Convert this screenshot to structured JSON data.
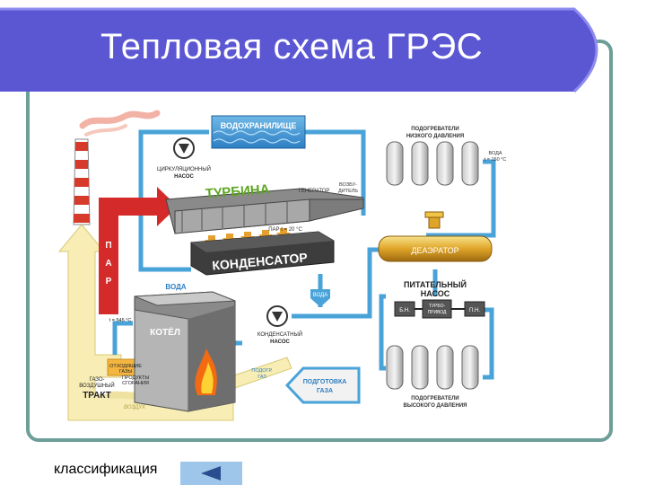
{
  "slide": {
    "title": "Тепловая схема ГРЭС"
  },
  "diagram": {
    "reservoir": "ВОДОХРАНИЛИЩЕ",
    "circulation_pump": [
      "ЦИРКУЛЯЦИОННЫЙ",
      "НАСОС"
    ],
    "turbine": "ТУРБИНА",
    "generator": "ГЕНЕРАТОР",
    "exciter": [
      "ВОЗБУ-",
      "ДИТЕЛЬ"
    ],
    "steam_temp": "ПАР t = 20 °C",
    "condenser": "КОНДЕНСАТОР",
    "steam_vertical": [
      "П",
      "А",
      "Р"
    ],
    "boiler_temp": "t = 545 °C",
    "water_top": "ВОДА",
    "water_condensate": "ВОДА",
    "condensate_pump": [
      "КОНДЕНСАТНЫЙ",
      "НАСОС"
    ],
    "boiler": "КОТЁЛ",
    "flue_gases": [
      "ОТХОДЯЩИЕ",
      "ГАЗЫ"
    ],
    "combustion_products": [
      "ПРОДУКТЫ",
      "СГОРАНИЯ"
    ],
    "gas_air_tract": [
      "ГАЗО-",
      "ВОЗДУШНЫЙ",
      "ТРАКТ"
    ],
    "air": "ВОЗДУХ",
    "heated_gas": [
      "ПОДОГР.",
      "ГАЗ"
    ],
    "gas_prep": [
      "ПОДГОТОВКА",
      "ГАЗА"
    ],
    "lp_heaters": [
      "ПОДОГРЕВАТЕЛИ",
      "НИЗКОГО ДАВЛЕНИЯ"
    ],
    "water_150": [
      "ВОДА",
      "t = 150 °C"
    ],
    "deaerator": "ДЕАЭРАТОР",
    "feed_pump": [
      "ПИТАТЕЛЬНЫЙ",
      "НАСОС"
    ],
    "bn": "Б.Н.",
    "turbo_drive": [
      "ТУРБО-",
      "ПРИВОД"
    ],
    "pn": "П.Н.",
    "hp_heaters": [
      "ПОДОГРЕВАТЕЛИ",
      "ВЫСОКОГО ДАВЛЕНИЯ"
    ]
  },
  "footer": {
    "link_label": "классификация",
    "back_icon": "left-arrow-icon"
  },
  "colors": {
    "banner": "#5b57d3",
    "frame": "#6d9e98",
    "water_pipe": "#4aa3d8",
    "steam_pipe": "#d42a2a",
    "gas_pipe": "#f3e7a8",
    "button": "#9ec6ea"
  }
}
